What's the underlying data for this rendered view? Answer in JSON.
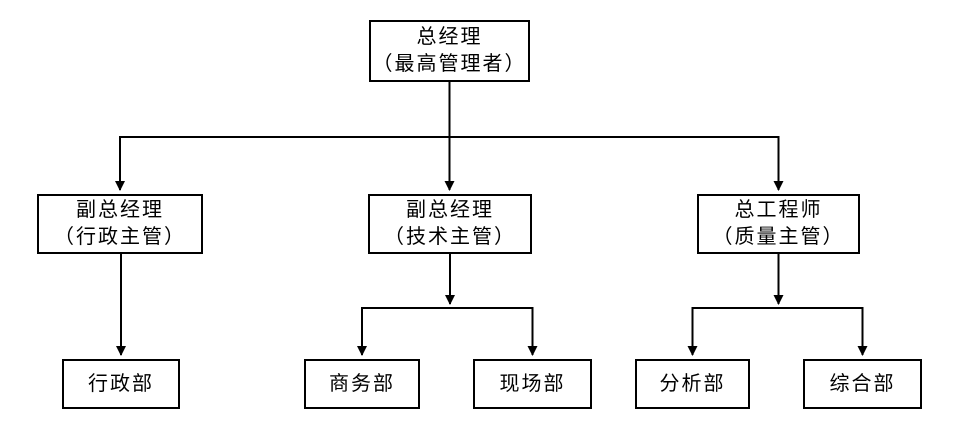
{
  "diagram": {
    "type": "org-chart",
    "background_color": "#ffffff",
    "line_color": "#000000",
    "box_border_color": "#000000",
    "text_color": "#000000",
    "nodes": {
      "gm": {
        "title": "总经理",
        "subtitle": "（最高管理者）",
        "level": 1,
        "parent": null
      },
      "vp_admin": {
        "title": "副总经理",
        "subtitle": "（行政主管）",
        "level": 2,
        "parent": "gm"
      },
      "vp_tech": {
        "title": "副总经理",
        "subtitle": "（技术主管）",
        "level": 2,
        "parent": "gm"
      },
      "chief_eng": {
        "title": "总工程师",
        "subtitle": "（质量主管）",
        "level": 2,
        "parent": "gm"
      },
      "dept_admin": {
        "title": "行政部",
        "level": 3,
        "parent": "vp_admin"
      },
      "dept_business": {
        "title": "商务部",
        "level": 3,
        "parent": "vp_tech"
      },
      "dept_site": {
        "title": "现场部",
        "level": 3,
        "parent": "vp_tech"
      },
      "dept_analysis": {
        "title": "分析部",
        "level": 3,
        "parent": "chief_eng"
      },
      "dept_general": {
        "title": "综合部",
        "level": 3,
        "parent": "chief_eng"
      }
    }
  }
}
